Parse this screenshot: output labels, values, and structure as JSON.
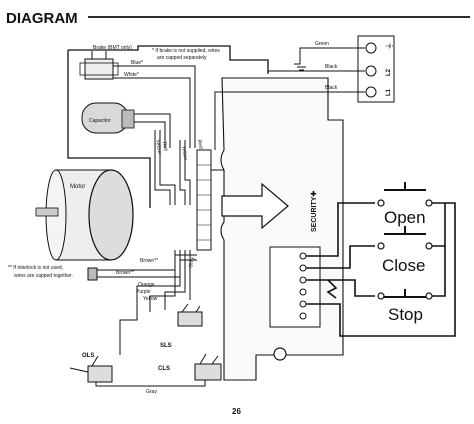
{
  "header": {
    "title": "DIAGRAM"
  },
  "notes": {
    "brake_line1": "* If brake is not supplied, wires",
    "brake_line2": "are capped separately",
    "interlock_line1": "** If interlock is not used,",
    "interlock_line2": "wires are capped together."
  },
  "components": {
    "brake": "Brake (BMT only)",
    "capacitor": "Capacitor",
    "motor": "Motor",
    "board": "SECURITY✚",
    "ols": "OLS",
    "cls": "CLS",
    "sls": "SLS"
  },
  "wires": {
    "green": "Green",
    "black1": "Black",
    "black2": "Black",
    "blue": "Blue*",
    "white": "White*",
    "red": "Red",
    "yellow1": "Yellow",
    "yellow2": "Yellow",
    "red2": "Red",
    "brown1": "Brown**",
    "brown2": "Brown**",
    "orange": "Orange",
    "purple": "Purple",
    "yellow3": "Yellow",
    "gray1": "Gray",
    "gray2": "Gray"
  },
  "terminal_block": {
    "l1": "L1",
    "l2": "L2",
    "ground": "⏚"
  },
  "pushbuttons": {
    "open": "Open",
    "close": "Close",
    "stop": "Stop"
  },
  "footer": {
    "page_number": "26"
  }
}
